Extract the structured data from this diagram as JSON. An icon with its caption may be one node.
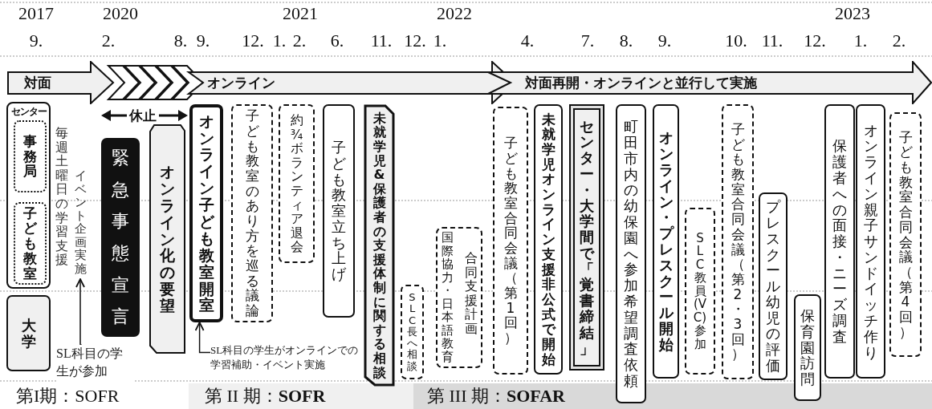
{
  "diagram": {
    "nodes": [
      {
        "text": [
          "対面"
        ]
      },
      {
        "text": [
          "オンライン"
        ]
      },
      {
        "text": [
          "対面再開・オンラインと並行して実施"
        ]
      },
      {
        "text": [
          "センター"
        ]
      },
      {
        "text": [
          "事務局"
        ],
        "in": 3
      },
      {
        "text": [
          "子ども教室"
        ],
        "in": 3
      },
      {
        "text": [
          "大学"
        ]
      },
      {
        "text": [
          "毎週土曜日の学習支援"
        ]
      },
      {
        "text": [
          "イベント企画実施"
        ]
      },
      {
        "text": [
          "SL科目の学生が参加"
        ]
      },
      {
        "text": [
          "緊急事態宣言"
        ]
      },
      {
        "text": [
          "オンライン化の要望"
        ]
      },
      {
        "text": [
          "オンライン子ども教室開室"
        ]
      },
      {
        "text": [
          "SL科目の学生がオンラインでの学習補助・イベント実施"
        ]
      },
      {
        "text": [
          "子ども教室のあり方を巡る議論"
        ]
      },
      {
        "text": [
          "約¾ボランティア退会"
        ]
      },
      {
        "text": [
          "子ども教室立ち上げ"
        ]
      },
      {
        "text": [
          "未就学児&保護者の支援体制に関する相談"
        ]
      },
      {
        "text": [
          "SLC長へ相談"
        ]
      },
      {
        "text": [
          "国際協力・日本語教育",
          "合同支援計画"
        ]
      },
      {
        "text": [
          "子ども教室合同会議（第1回）"
        ]
      },
      {
        "text": [
          "未就学児オンライン支援非公式で開始"
        ]
      },
      {
        "text": [
          "センター・大学間で「覚書締結」"
        ]
      },
      {
        "text": [
          "町田市内の幼保園へ参加希望調査依頼"
        ]
      },
      {
        "text": [
          "オンライン・プレスクール開始"
        ]
      },
      {
        "text": [
          "SLC教員(VC)参加"
        ]
      },
      {
        "text": [
          "子ども教室合同会議（第2・3回）"
        ]
      },
      {
        "text": [
          "プレスクール幼児の評価"
        ]
      },
      {
        "text": [
          "保育園訪問"
        ]
      },
      {
        "text": [
          "保護者への面接・ニーズ調査"
        ]
      },
      {
        "text": [
          "オンライン親子サンドイッチ作り"
        ]
      },
      {
        "text": [
          "子ども教室合同会議（第4回）"
        ]
      },
      {
        "text": [
          "第I期：SOFR"
        ]
      },
      {
        "text": [
          "第 II 期：**SOFR**"
        ]
      },
      {
        "text": [
          "第 III 期：**SOFAR**"
        ]
      }
    ],
    "edges": [
      {
        "from": 9,
        "to": 8,
        "arrow": "to"
      },
      {
        "from": 13,
        "to": 12,
        "arrow": "to"
      }
    ],
    "labels": [
      "2017",
      "2020",
      "2021",
      "2022",
      "2023",
      "9.",
      "2.",
      "8.",
      "9.",
      "12.",
      "1.",
      "2.",
      "6.",
      "11.",
      "12.",
      "1.",
      "4.",
      "7.",
      "8.",
      "9.",
      "10.",
      "11.",
      "12.",
      "1.",
      "2.",
      "休止"
    ]
  }
}
